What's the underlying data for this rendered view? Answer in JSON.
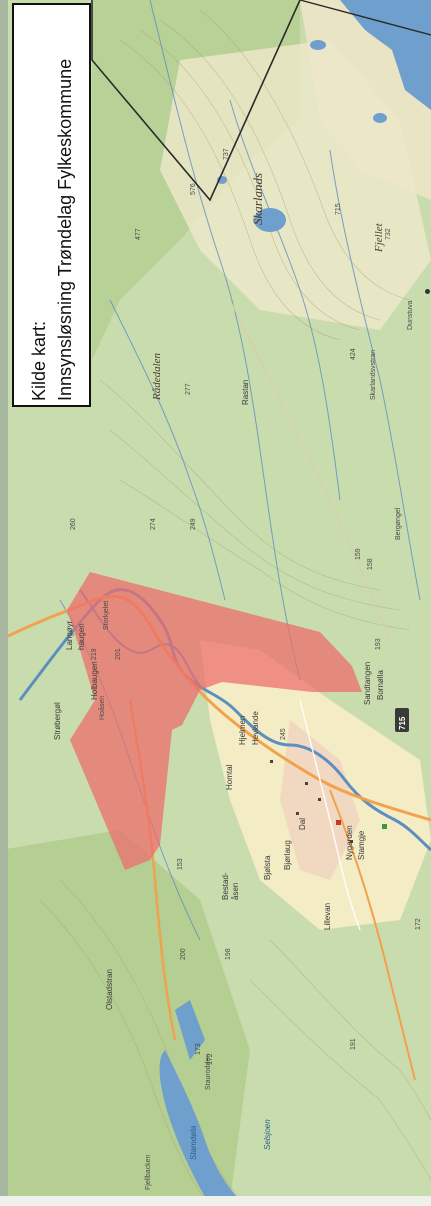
{
  "source_box": {
    "line1": "Kilde kart:",
    "line2": "Innsynsløsning Trøndelag Fylkeskommune"
  },
  "map": {
    "background_color": "#c9dcae",
    "lowland_color": "#f3ecc4",
    "water_color": "#6f9fcc",
    "highlight_color": "#ef6b6b",
    "road_color": "#f2a24e",
    "boundary_color": "#2b2b2b",
    "places": [
      "Skarlands",
      "Rådedalen",
      "Fjellet",
      "Langøyr",
      "haugen",
      "Strøbergøl",
      "Hoåsen",
      "Storkjelet",
      "Holbaugen",
      "Homtal",
      "Hjelmen",
      "Hevlande",
      "Sandtangen",
      "Bornølla",
      "Skarlandsvstran",
      "Rastan",
      "Bergøngel",
      "Bestad-",
      "åsen",
      "Bjølsta",
      "Bjørlaug",
      "Dal",
      "Nygarden",
      "Stamgje",
      "Lillevan",
      "Olstadstran",
      "Staurodden",
      "Fjellbacken",
      "Dunstuva"
    ],
    "water_names": [
      "Selsjoen",
      "Stamdøla"
    ],
    "peaks": [
      "477",
      "576",
      "737",
      "715",
      "732",
      "424",
      "277",
      "274",
      "249",
      "260",
      "201",
      "193",
      "159",
      "158",
      "153",
      "173",
      "191",
      "172",
      "200",
      "245",
      "198",
      "172",
      "219"
    ],
    "road_number": "715"
  }
}
